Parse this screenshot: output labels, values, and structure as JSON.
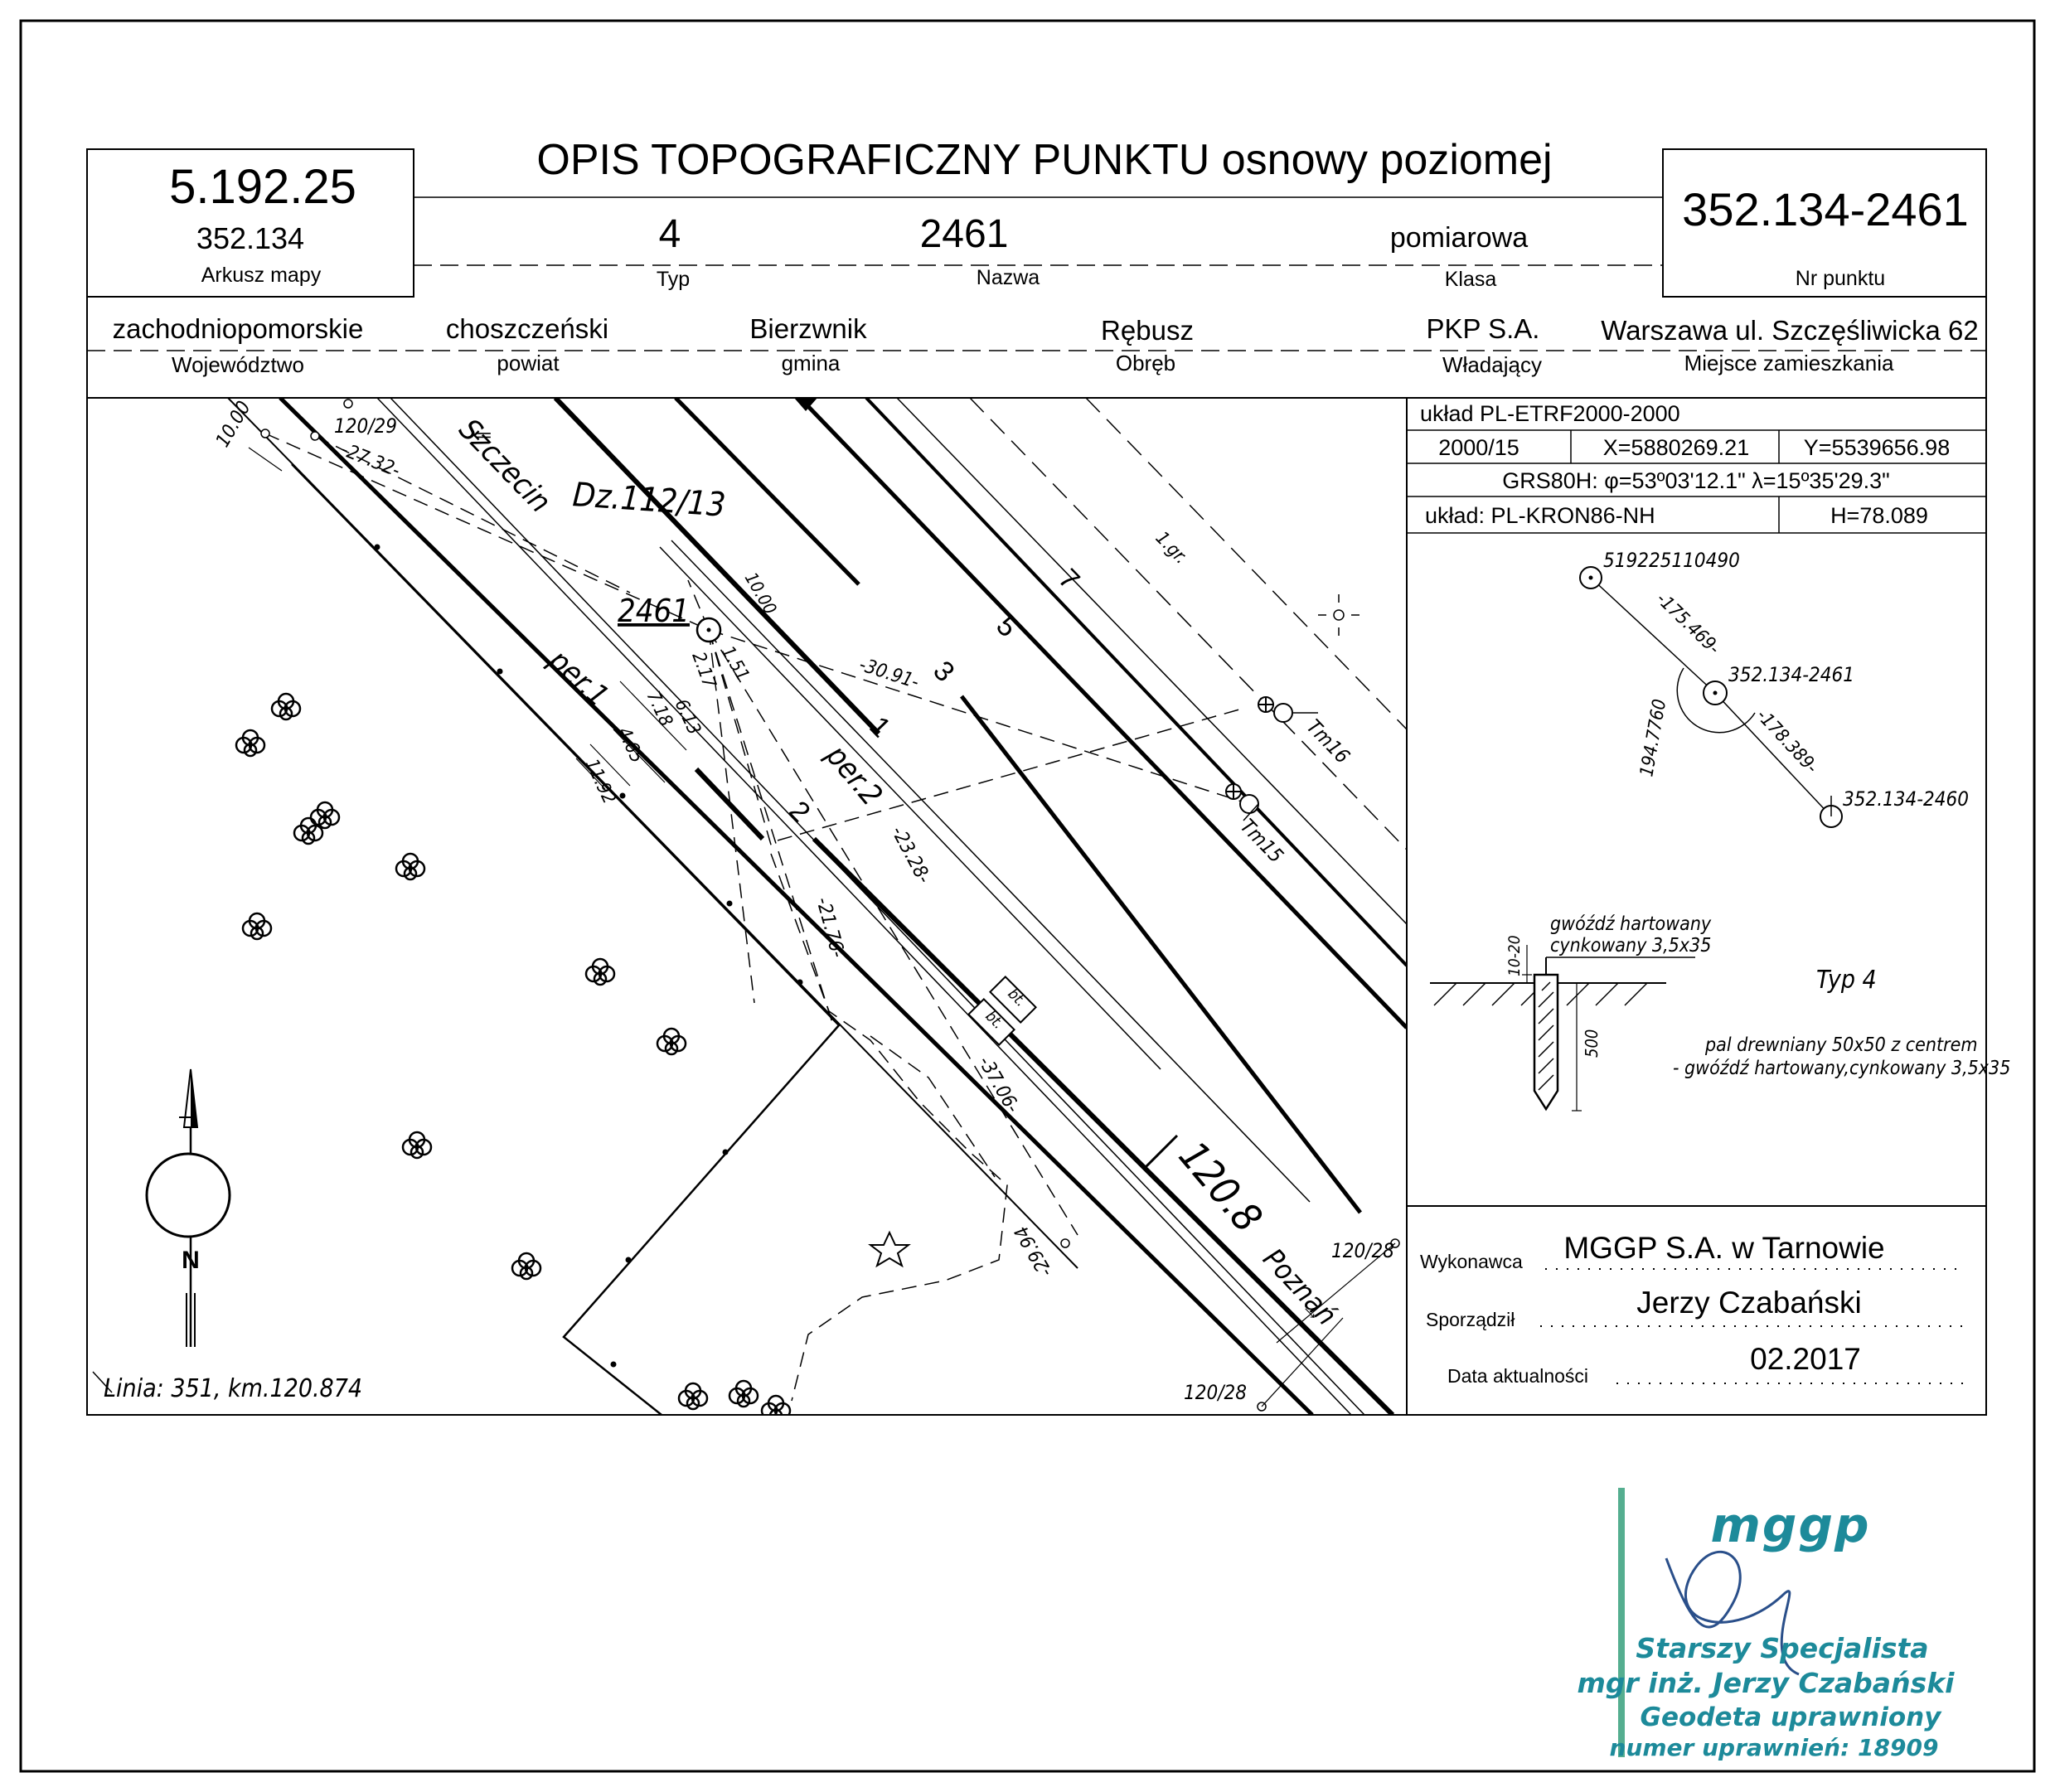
{
  "header": {
    "title": "OPIS TOPOGRAFICZNY PUNKTU osnowy poziomej",
    "sheet_number": "5.192.25",
    "map_sheet": "352.134",
    "map_sheet_label": "Arkusz mapy",
    "type_value": "4",
    "type_label": "Typ",
    "name_value": "2461",
    "name_label": "Nazwa",
    "class_value": "pomiarowa",
    "class_label": "Klasa",
    "point_number": "352.134-2461",
    "point_number_label": "Nr punktu"
  },
  "admin": {
    "voivodeship": "zachodniopomorskie",
    "voivodeship_label": "Województwo",
    "county": "choszczeński",
    "county_label": "powiat",
    "commune": "Bierzwnik",
    "commune_label": "gmina",
    "precinct": "Rębusz",
    "precinct_label": "Obręb",
    "owner": "PKP S.A.",
    "owner_label": "Władający",
    "residence": "Warszawa ul. Szczęśliwicka 62",
    "residence_label": "Miejsce zamieszkania"
  },
  "coords": {
    "system": "układ PL-ETRF2000-2000",
    "zone": "2000/15",
    "x": "X=5880269.21",
    "y": "Y=5539656.98",
    "grs": "GRS80H: φ=53º03'12.1\" λ=15º35'29.3\"",
    "height_system": "układ: PL-KRON86-NH",
    "h": "H=78.089"
  },
  "sketch": {
    "p1": "519225110490",
    "d1": "-175.469-",
    "p2": "352.134-2461",
    "angle": "194.7760",
    "d2": "-178.389-",
    "p3": "352.134-2460"
  },
  "marker": {
    "nail": "gwóźdź hartowany",
    "nail2": "cynkowany 3,5x35",
    "dim1": "10-20",
    "dim2": "500",
    "type": "Typ 4",
    "desc1": "pal drewniany 50x50 z centrem",
    "desc2": "- gwóźdź hartowany,cynkowany 3,5x35"
  },
  "footer": {
    "contractor_label": "Wykonawca",
    "contractor": "MGGP S.A.  w Tarnowie",
    "author_label": "Sporządził",
    "author": "Jerzy Czabański",
    "date_label": "Data aktualności",
    "date": "02.2017"
  },
  "map": {
    "parcel": "Dz.112/13",
    "point": "2461",
    "szczecin": "Szczecin",
    "poznan": "Poznań",
    "per1": "per.1",
    "per2": "per.2",
    "t1": "1",
    "t2": "2",
    "t3": "3",
    "t5": "5",
    "t7": "7",
    "km": "120.8",
    "km_tl": "120/29",
    "km_br": "120/28",
    "km_bl": "120/28",
    "grp": "1.gr.",
    "tm6": "Tm16",
    "tm5": "Tm15",
    "m1": "-27.32-",
    "m2": "-30.91-",
    "m3": "-23.28-",
    "m4": "-21.76-",
    "m5": "-37.06-",
    "m6": "-29.94",
    "m7": "10.00",
    "m8": "10.00",
    "m9": "2.17",
    "m10": "1.51",
    "m11": "6.13",
    "m12": "7.18",
    "m13": "4.65",
    "m14": "11.92",
    "line": "Linia: 351, km.120.874",
    "bt": "bt.",
    "north": "N"
  },
  "stamp": {
    "logo": "mggp",
    "title": "Starszy Specjalista",
    "name": "mgr inż. Jerzy Czabański",
    "role": "Geodeta uprawniony",
    "license": "numer uprawnień: 18909"
  }
}
